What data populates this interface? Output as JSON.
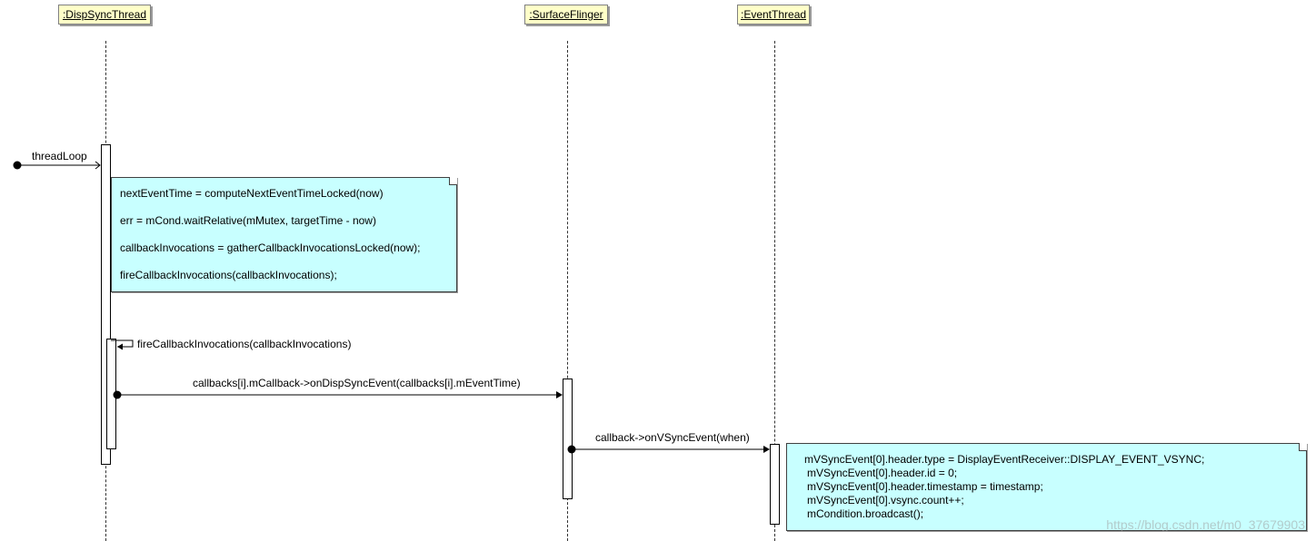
{
  "lifelines": [
    {
      "name": ":DispSyncThread"
    },
    {
      "name": ":SurfaceFlinger"
    },
    {
      "name": ":EventThread"
    }
  ],
  "messages": [
    {
      "label": "threadLoop"
    },
    {
      "label": "fireCallbackInvocations(callbackInvocations)"
    },
    {
      "label": "callbacks[i].mCallback->onDispSyncEvent(callbacks[i].mEventTime)"
    },
    {
      "label": "callback->onVSyncEvent(when)"
    }
  ],
  "notes": [
    {
      "lines": [
        "nextEventTime = computeNextEventTimeLocked(now)",
        "err = mCond.waitRelative(mMutex, targetTime - now)",
        "callbackInvocations = gatherCallbackInvocationsLocked(now);",
        "fireCallbackInvocations(callbackInvocations);"
      ]
    },
    {
      "lines": [
        "mVSyncEvent[0].header.type = DisplayEventReceiver::DISPLAY_EVENT_VSYNC;",
        "mVSyncEvent[0].header.id = 0;",
        "mVSyncEvent[0].header.timestamp = timestamp;",
        "mVSyncEvent[0].vsync.count++;",
        "mCondition.broadcast();"
      ]
    }
  ],
  "watermark": "https://blog.csdn.net/m0_37679903",
  "colors": {
    "lifeline_head": "#ffffc8",
    "note": "#c8ffff"
  }
}
